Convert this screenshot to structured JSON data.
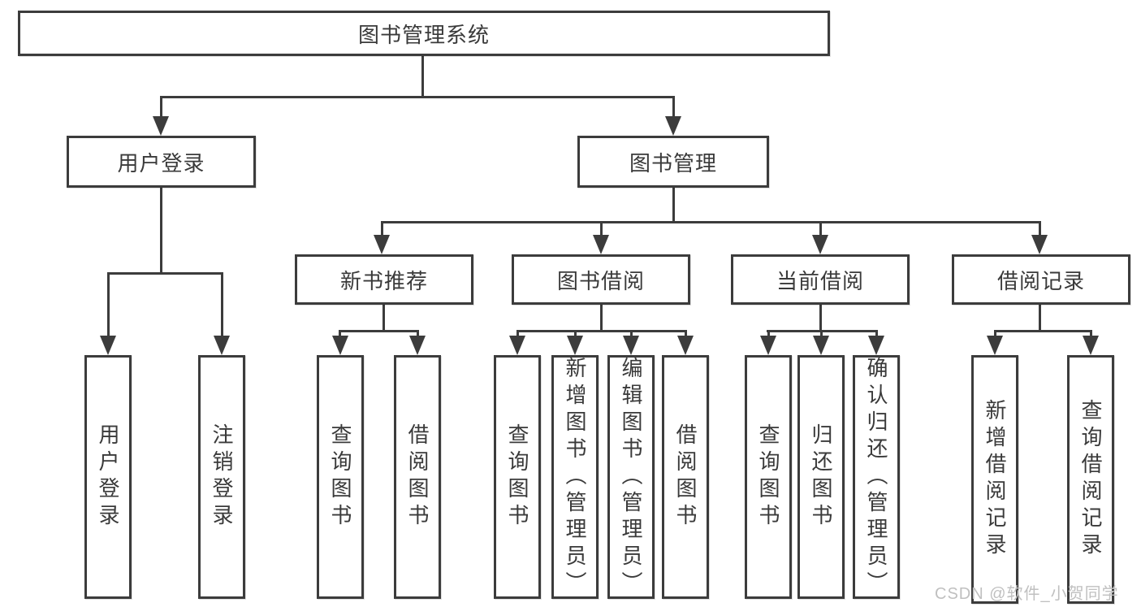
{
  "diagram": {
    "root": "图书管理系统",
    "branches": [
      {
        "label": "用户登录",
        "leaves": [
          "用户登录",
          "注销登录"
        ]
      },
      {
        "label": "图书管理",
        "sections": [
          {
            "label": "新书推荐",
            "leaves": [
              "查询图书",
              "借阅图书"
            ]
          },
          {
            "label": "图书借阅",
            "leaves": [
              "查询图书",
              "新增图书（管理员）",
              "编辑图书（管理员）",
              "借阅图书"
            ]
          },
          {
            "label": "当前借阅",
            "leaves": [
              "查询图书",
              "归还图书",
              "确认归还（管理员）"
            ]
          },
          {
            "label": "借阅记录",
            "leaves": [
              "新增借阅记录",
              "查询借阅记录"
            ]
          }
        ]
      }
    ]
  },
  "watermark": {
    "text": "CSDN @软件_小贺同学"
  },
  "colors": {
    "line": "#3c3c3c",
    "text": "#3a3a3a",
    "watermark": "#c0c0c0",
    "background": "#ffffff"
  }
}
